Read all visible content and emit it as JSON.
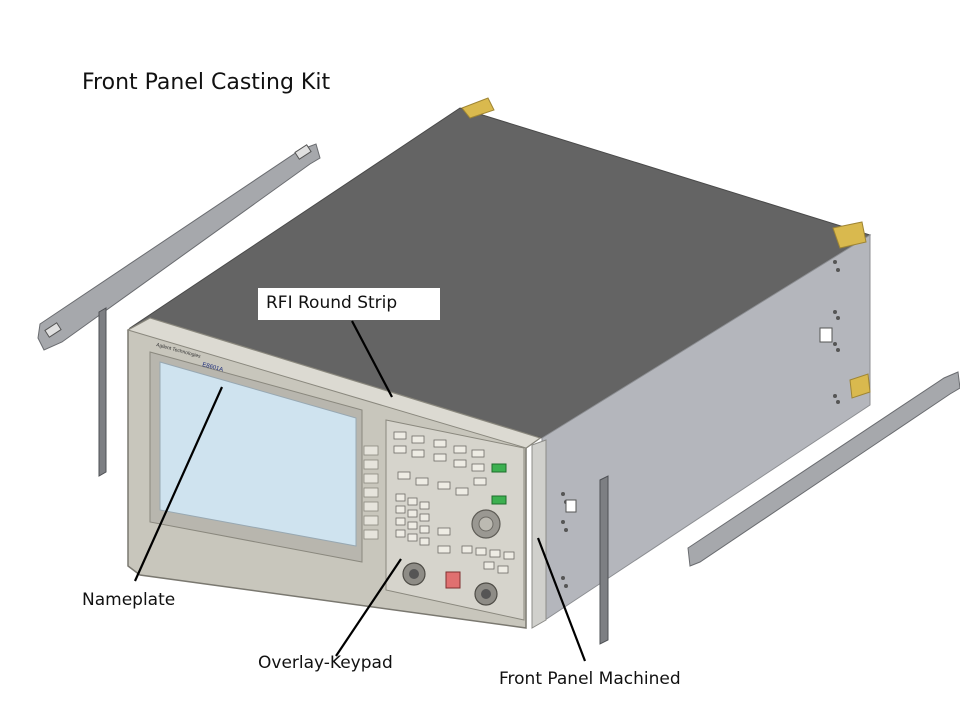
{
  "figure": {
    "title": "Front Panel Casting Kit",
    "labels": {
      "rfi_strip": "RFI Round Strip",
      "nameplate": "Nameplate",
      "overlay_keypad": "Overlay-Keypad",
      "front_panel_machined": "Front Panel Machined"
    },
    "nameplate_text": {
      "brand": "Agilent Technologies",
      "model": "E8601A"
    }
  },
  "colors": {
    "cabinet_top": "#646464",
    "cabinet_side": "#b4b6bc",
    "front_frame": "#c8c6bc",
    "display": "#cfe3ef",
    "green_key": "#3cb050",
    "foot_gold": "#d9b94e",
    "handle": "#a6a8ac"
  }
}
